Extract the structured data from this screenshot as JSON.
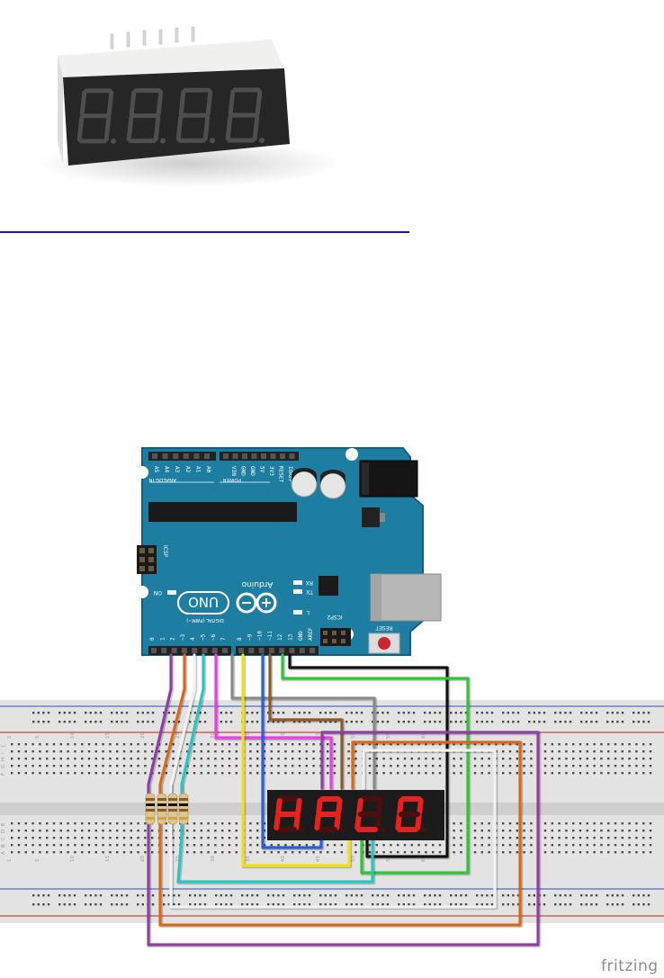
{
  "display_photo": {
    "digits": "8.8.8.8.",
    "colors": {
      "body": "#2b2b2b",
      "segment": "#555555",
      "label": "#f2f2f2"
    }
  },
  "arduino": {
    "board_text": "Arduino",
    "model": "UNO",
    "analog_header": "ANALOG IN",
    "analog_pins": [
      "A5",
      "A4",
      "A3",
      "A2",
      "A1",
      "A0"
    ],
    "power_header": "POWER",
    "power_pins": [
      "VIN",
      "GND",
      "GND",
      "5V",
      "3V3",
      "RESET",
      "IOREF"
    ],
    "digital_header": "DIGITAL (PWM~)",
    "digital_pins": [
      "0",
      "1",
      "2",
      "~3",
      "4",
      "~5",
      "~6",
      "7",
      "8",
      "~9",
      "~10",
      "~11",
      "12",
      "13",
      "GND",
      "AREF"
    ],
    "leds": [
      "RX",
      "TX",
      "L",
      "ON"
    ],
    "icsp_labels": [
      "ICSP",
      "ICSP2"
    ],
    "reset_label": "RESET",
    "colors": {
      "pcb": "#1e7da0",
      "pcb_edge": "#0f5c7a"
    }
  },
  "breadboard": {
    "row_letters_top": [
      "J",
      "I",
      "H",
      "G",
      "F"
    ],
    "row_letters_bottom": [
      "E",
      "D",
      "C",
      "B",
      "A"
    ],
    "column_numbers": [
      "1",
      "5",
      "10",
      "15",
      "20",
      "25",
      "30",
      "35",
      "40",
      "45",
      "50",
      "55",
      "60"
    ]
  },
  "seven_segment": {
    "shown_text": "HALO"
  },
  "wire_colors": {
    "purple": "#8e3fa2",
    "orange": "#d46b1b",
    "white": "#f2f2f2",
    "cyan": "#28c6c1",
    "magenta": "#e53fe6",
    "gray": "#8a8a8a",
    "yellow": "#f4e10a",
    "blue": "#2b5fd6",
    "brown": "#8a5a2b",
    "green": "#2fc436",
    "black": "#111111"
  },
  "watermark": "fritzing"
}
